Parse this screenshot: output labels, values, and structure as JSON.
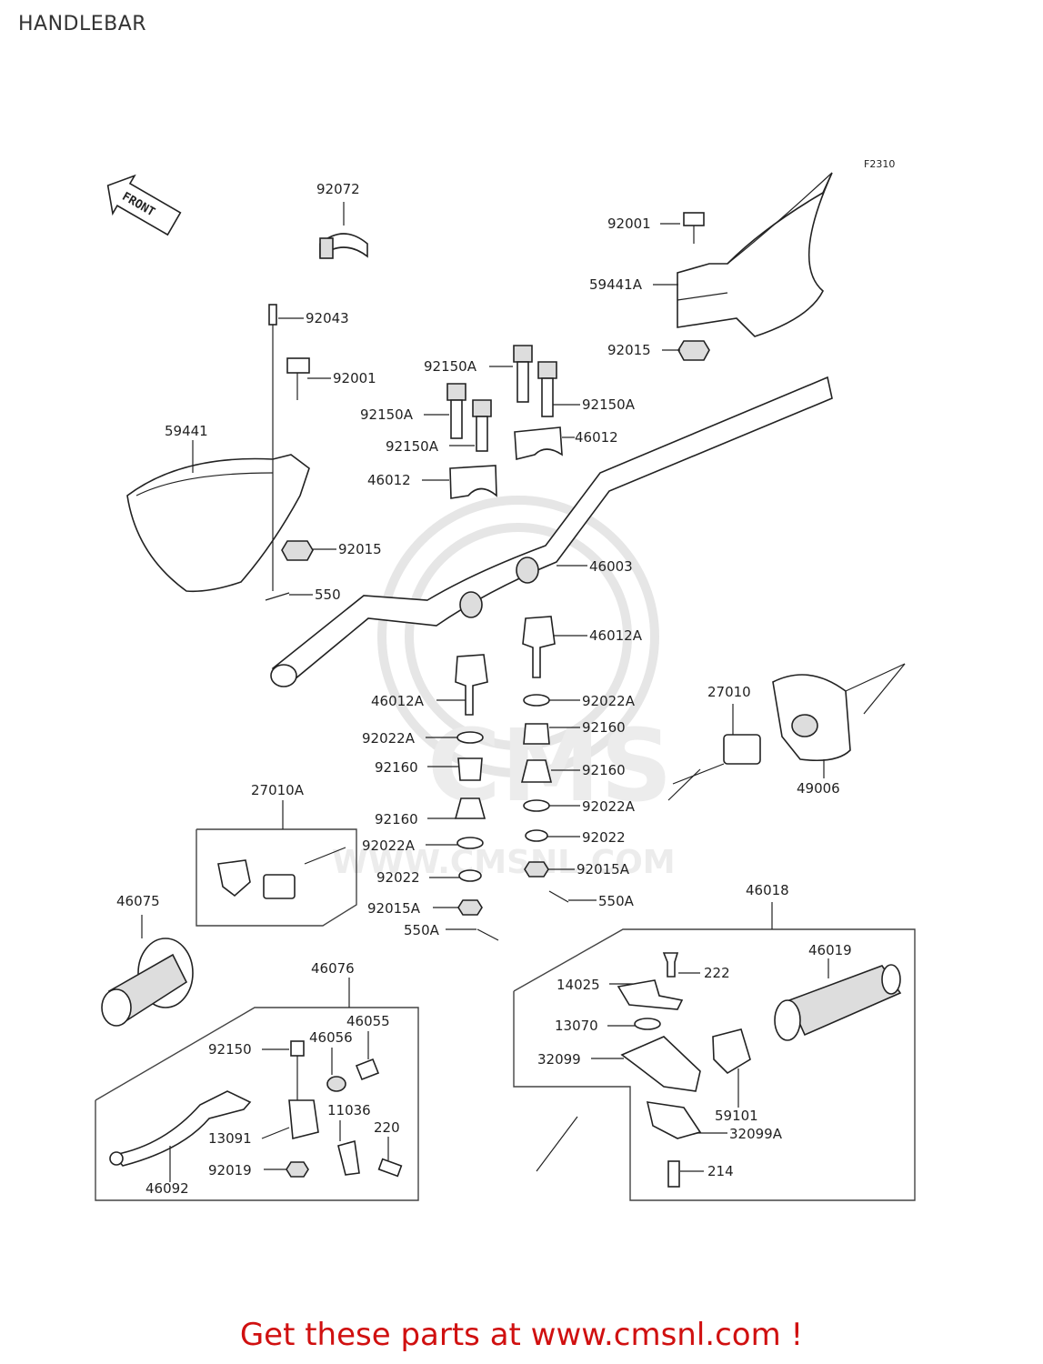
{
  "title": "HANDLEBAR",
  "figure_code": "F2310",
  "front_label": "FRONT",
  "watermark": "WWW.CMSNL.COM",
  "watermark_short": "CMS",
  "cta": "Get these parts at www.cmsnl.com !",
  "callouts": {
    "p92072": "92072",
    "p92001_right": "92001",
    "p59441A": "59441A",
    "p92015_right": "92015",
    "p92043": "92043",
    "p92001_left": "92001",
    "p59441": "59441",
    "p92015_left": "92015",
    "p550": "550",
    "p92150A_1": "92150A",
    "p92150A_2": "92150A",
    "p92150A_3": "92150A",
    "p92150A_4": "92150A",
    "p46012_right": "46012",
    "p46012_left": "46012",
    "p46003": "46003",
    "p46012A_right": "46012A",
    "p46012A_left": "46012A",
    "p92022A_r1": "92022A",
    "p92160_r1": "92160",
    "p92160_r2": "92160",
    "p92022A_r2": "92022A",
    "p92022_r": "92022",
    "p92015A_r": "92015A",
    "p550A_r": "550A",
    "p92022A_l1": "92022A",
    "p92160_l1": "92160",
    "p92160_l2": "92160",
    "p92022A_l2": "92022A",
    "p92022_l": "92022",
    "p92015A_l": "92015A",
    "p550A_l": "550A",
    "p27010": "27010",
    "p49006": "49006",
    "p27010A": "27010A",
    "p46075": "46075",
    "p46018": "46018",
    "p46019": "46019",
    "p222": "222",
    "p14025": "14025",
    "p13070": "13070",
    "p32099": "32099",
    "p59101": "59101",
    "p32099A": "32099A",
    "p214": "214",
    "p46076": "46076",
    "p46055": "46055",
    "p46056": "46056",
    "p92150": "92150",
    "p11036": "11036",
    "p220": "220",
    "p13091": "13091",
    "p92019": "92019",
    "p46092": "46092"
  }
}
